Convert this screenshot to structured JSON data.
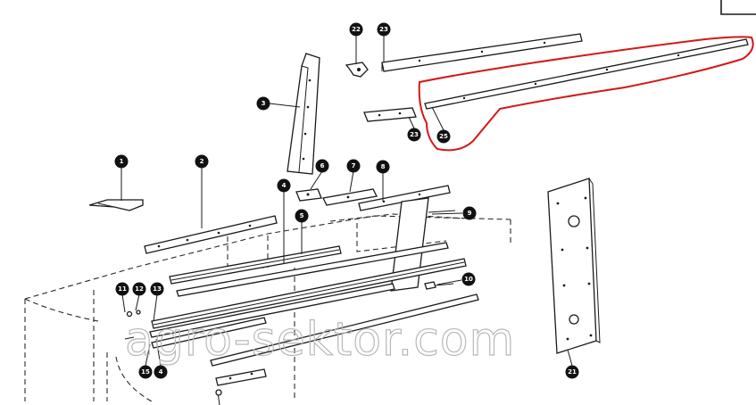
{
  "watermark": "agro-sektor.com",
  "highlight_color": "#d41818",
  "callouts": [
    {
      "id": "c1",
      "label": "1"
    },
    {
      "id": "c2",
      "label": "2"
    },
    {
      "id": "c3",
      "label": "3"
    },
    {
      "id": "c4a",
      "label": "4"
    },
    {
      "id": "c5",
      "label": "5"
    },
    {
      "id": "c6",
      "label": "6"
    },
    {
      "id": "c7",
      "label": "7"
    },
    {
      "id": "c8",
      "label": "8"
    },
    {
      "id": "c9",
      "label": "9"
    },
    {
      "id": "c10",
      "label": "10"
    },
    {
      "id": "c11",
      "label": "11"
    },
    {
      "id": "c12",
      "label": "12"
    },
    {
      "id": "c13",
      "label": "13"
    },
    {
      "id": "c4b",
      "label": "4"
    },
    {
      "id": "c15",
      "label": "15"
    },
    {
      "id": "c21",
      "label": "21"
    },
    {
      "id": "c22",
      "label": "22"
    },
    {
      "id": "c23a",
      "label": "23"
    },
    {
      "id": "c23b",
      "label": "23"
    },
    {
      "id": "c25",
      "label": "25"
    }
  ]
}
